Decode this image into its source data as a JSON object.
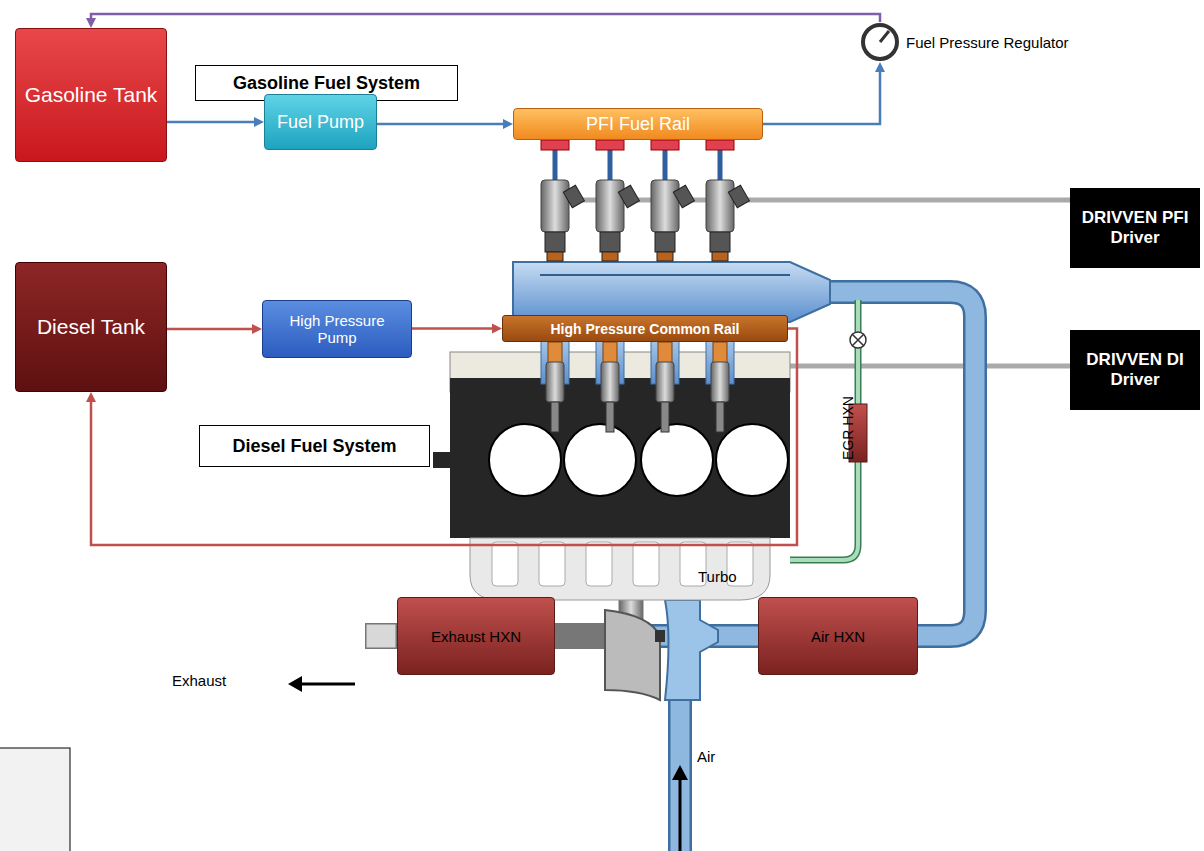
{
  "diagram": {
    "nodes": [
      {
        "text": [
          "Gasoline Fuel System"
        ]
      },
      {
        "text": [
          "Gasoline Tank"
        ]
      },
      {
        "text": [
          "Fuel Pump"
        ]
      },
      {
        "text": [
          "PFI Fuel Rail"
        ]
      },
      {
        "text": [
          "Fuel Pressure Regulator"
        ]
      },
      {
        "text": [
          "DRIVVEN PFI Driver"
        ]
      },
      {
        "text": [
          "Diesel Tank"
        ]
      },
      {
        "text": [
          "High Pressure Pump"
        ]
      },
      {
        "text": [
          "High Pressure Common Rail"
        ]
      },
      {
        "text": [
          "DRIVVEN DI Driver"
        ]
      },
      {
        "text": [
          "Diesel Fuel System"
        ]
      },
      {
        "text": [
          "Exhaust HXN"
        ]
      },
      {
        "text": [
          "Air HXN"
        ]
      }
    ],
    "edges": [
      {
        "from": 1,
        "to": 2,
        "arrow": "to"
      },
      {
        "from": 2,
        "to": 3,
        "arrow": "to"
      },
      {
        "from": 3,
        "to": 4,
        "arrow": "to"
      },
      {
        "from": 4,
        "to": 1,
        "arrow": "to"
      },
      {
        "from": 6,
        "to": 7,
        "arrow": "to"
      },
      {
        "from": 7,
        "to": 8,
        "arrow": "to"
      },
      {
        "from": 8,
        "to": 6,
        "arrow": "to"
      }
    ],
    "labels": [
      "EGR HXN",
      "Turbo",
      "Exhaust",
      "Air"
    ]
  }
}
